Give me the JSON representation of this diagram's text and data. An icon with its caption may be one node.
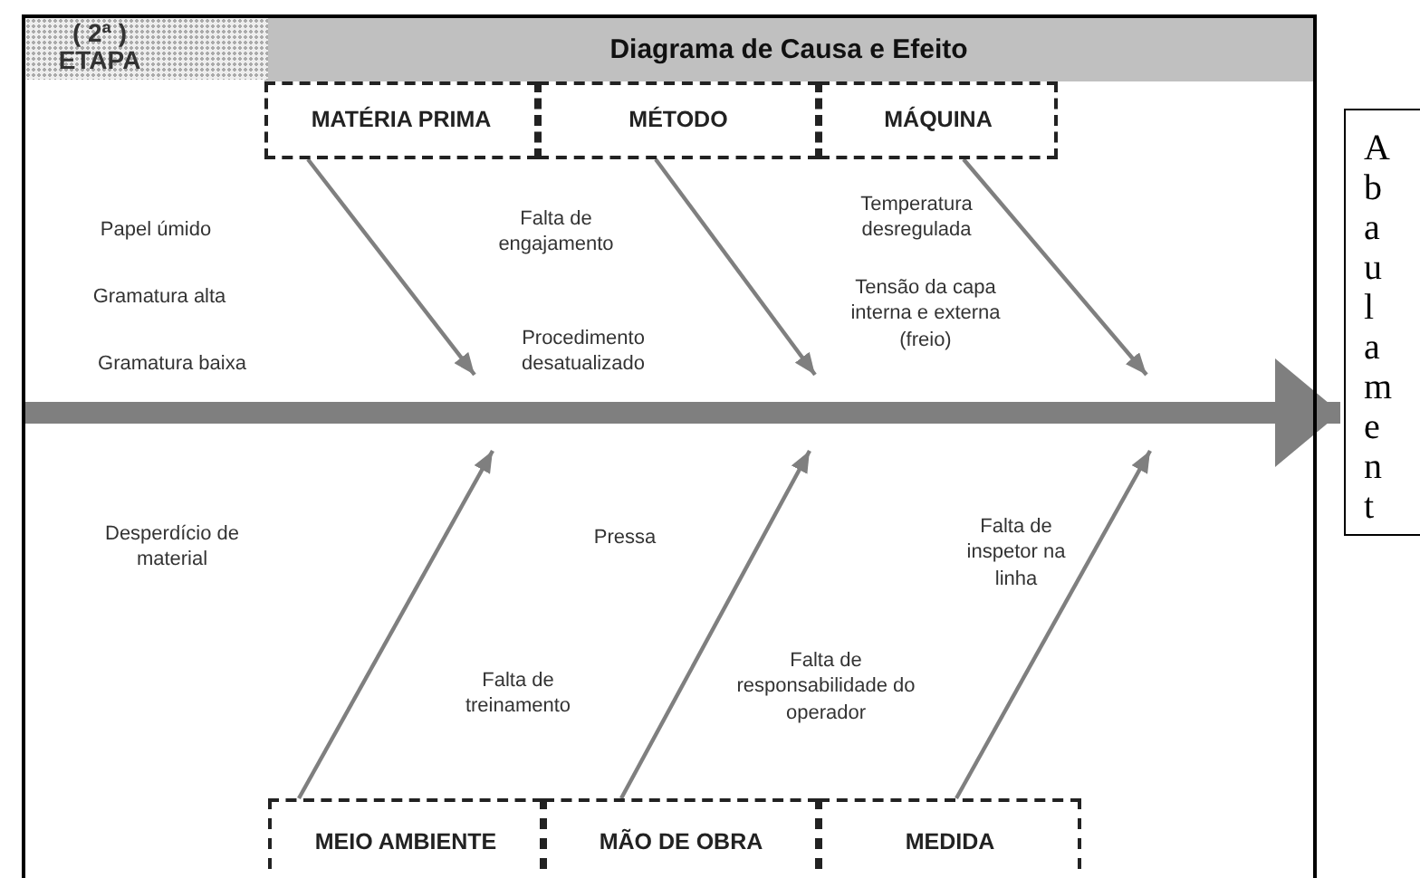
{
  "diagram": {
    "title": "Diagrama de Causa e Efeito",
    "nodes": [
      {
        "text": [],
        "shape": "box"
      },
      {
        "text": [
          "MATÉRIA PRIMA"
        ],
        "in": 0
      },
      {
        "text": [
          "MÉTODO"
        ],
        "in": 0
      },
      {
        "text": [
          "MÁQUINA"
        ],
        "in": 0
      },
      {
        "text": [
          "MEIO AMBIENTE"
        ],
        "in": 0
      },
      {
        "text": [
          "MÃO DE OBRA"
        ],
        "in": 0
      },
      {
        "text": [
          "MEDIDA"
        ],
        "in": 0
      },
      {
        "text": [
          "Abaulament"
        ]
      }
    ],
    "edges": [
      {
        "from": 0,
        "to": 7,
        "arrow": "to",
        "style": "thick"
      },
      {
        "from": 1,
        "to": null,
        "arrow": "to"
      },
      {
        "from": 2,
        "to": null,
        "arrow": "to"
      },
      {
        "from": 3,
        "to": null,
        "arrow": "to"
      },
      {
        "from": 4,
        "to": null,
        "arrow": "to"
      },
      {
        "from": 5,
        "to": null,
        "arrow": "to"
      },
      {
        "from": 6,
        "to": null,
        "arrow": "to"
      }
    ],
    "labels": [
      "( 2ª ) ETAPA",
      "Papel úmido",
      "Falta de engajamento",
      "Temperatura desregulada",
      "Gramatura alta",
      "Tensão da capa interna e externa (freio)",
      "Procedimento desatualizado",
      "Gramatura baixa",
      "Desperdício de material",
      "Pressa",
      "Falta de inspetor na linha",
      "Falta de responsabilidade do operador",
      "Falta de treinamento"
    ]
  }
}
